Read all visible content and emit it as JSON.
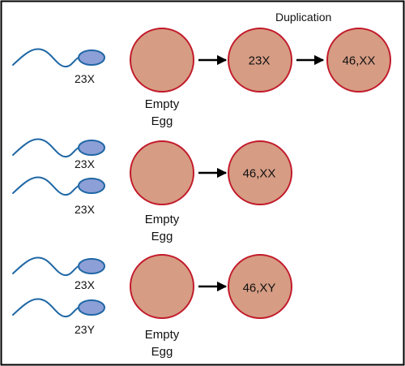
{
  "colors": {
    "egg_fill": "#d69c84",
    "egg_stroke": "#c21a2a",
    "sperm_head_fill": "#8d9fd7",
    "sperm_stroke": "#1f67a5",
    "arrow": "#000000",
    "border": "#000000",
    "text": "#111111"
  },
  "rows": [
    {
      "sperm_labels": [
        "23X"
      ],
      "empty_egg_lines": [
        "Empty",
        "Egg"
      ],
      "result_labels": [
        "23X",
        "46,XX"
      ],
      "step_label": "Duplication"
    },
    {
      "sperm_labels": [
        "23X",
        "23X"
      ],
      "empty_egg_lines": [
        "Empty",
        "Egg"
      ],
      "result_labels": [
        "46,XX"
      ]
    },
    {
      "sperm_labels": [
        "23X",
        "23Y"
      ],
      "empty_egg_lines": [
        "Empty",
        "Egg"
      ],
      "result_labels": [
        "46,XY"
      ]
    }
  ]
}
